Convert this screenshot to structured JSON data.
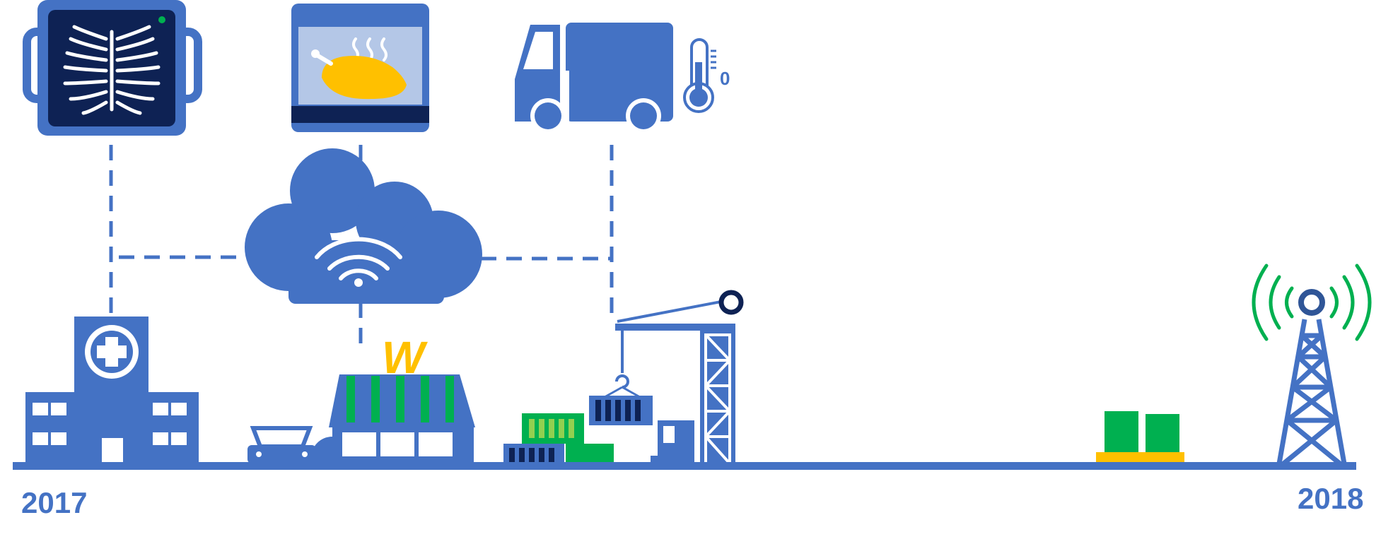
{
  "colors": {
    "primary": "#4472C4",
    "navy": "#0E2254",
    "green": "#00B050",
    "light_green": "#92D050",
    "orange": "#FFC000",
    "light_blue": "#B4C7E7",
    "white": "#FFFFFF"
  },
  "timeline": {
    "start_label": "2017",
    "end_label": "2018"
  },
  "thermometer": {
    "reading": "0"
  },
  "store": {
    "sign_letter": "W"
  },
  "icons": [
    "xray-monitor-icon",
    "oven-icon",
    "refrigerated-truck-icon",
    "thermometer-icon",
    "wifi-cloud-icon",
    "hospital-icon",
    "car-icon",
    "supermarket-icon",
    "port-crane-icon",
    "shipping-container-icon",
    "pallet-goods-icon",
    "radio-tower-icon"
  ]
}
